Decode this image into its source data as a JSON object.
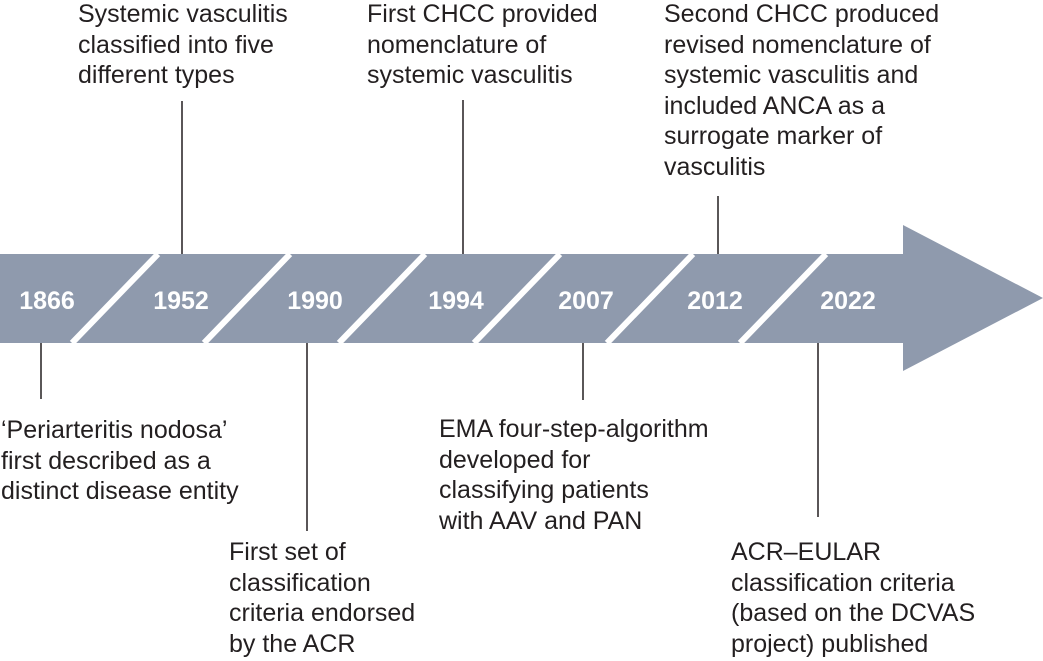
{
  "colors": {
    "band": "#8f9aad",
    "separator": "#ffffff",
    "connector": "#231f20",
    "text": "#231f20"
  },
  "milestones": [
    {
      "year": "1866",
      "text": "‘Periarteritis nodosa’\nfirst described as a\ndistinct disease entity"
    },
    {
      "year": "1952",
      "text": "Systemic vasculitis\nclassified into five\ndifferent types"
    },
    {
      "year": "1990",
      "text": "First set of\nclassification\ncriteria endorsed\nby the ACR"
    },
    {
      "year": "1994",
      "text": "First CHCC provided\nnomenclature of\nsystemic vasculitis"
    },
    {
      "year": "2007",
      "text": "EMA four-step-algorithm\ndeveloped for\nclassifying patients\nwith AAV and PAN"
    },
    {
      "year": "2012",
      "text": "Second CHCC produced\nrevised nomenclature of\nsystemic vasculitis and\nincluded ANCA as a\nsurrogate marker of\nvasculitis"
    },
    {
      "year": "2022",
      "text": "ACR–EULAR\nclassification criteria\n(based on the DCVAS\nproject) published"
    }
  ]
}
